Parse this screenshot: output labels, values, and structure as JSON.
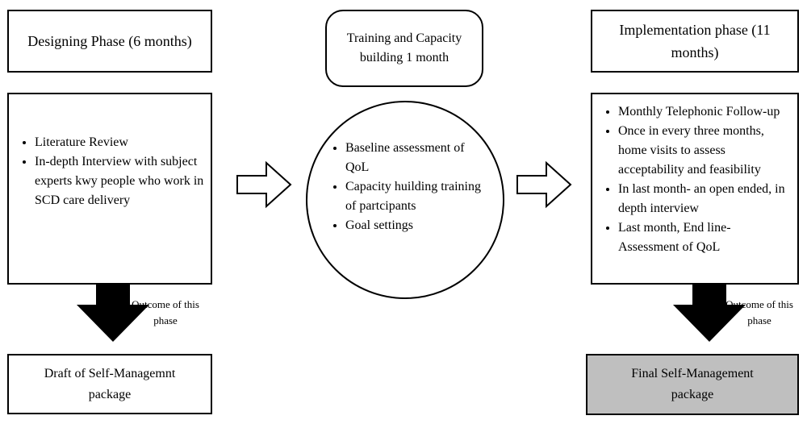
{
  "design": {
    "title": "Designing Phase (6 months)",
    "items": [
      "Literature Review",
      "In-depth Interview with subject experts kwy people who work in SCD care delivery"
    ],
    "outcome_label": "Outcome of this phase",
    "outcome": "Draft of Self-Managemnt package"
  },
  "training": {
    "title": "Training and Capacity building 1 month",
    "items": [
      "Baseline assessment of QoL",
      "Capacity huilding training of partcipants",
      "Goal settings"
    ]
  },
  "implementation": {
    "title": "Implementation phase (11 months)",
    "items": [
      "Monthly Telephonic Follow-up",
      "Once in every three months, home visits to assess acceptability and feasibility",
      "In last month- an open ended, in depth interview",
      "Last month, End line- Assessment of QoL"
    ],
    "outcome_label": "Outcome of this phase",
    "outcome": "Final Self-Management package",
    "outcome_fill": "#bfbfbf"
  }
}
